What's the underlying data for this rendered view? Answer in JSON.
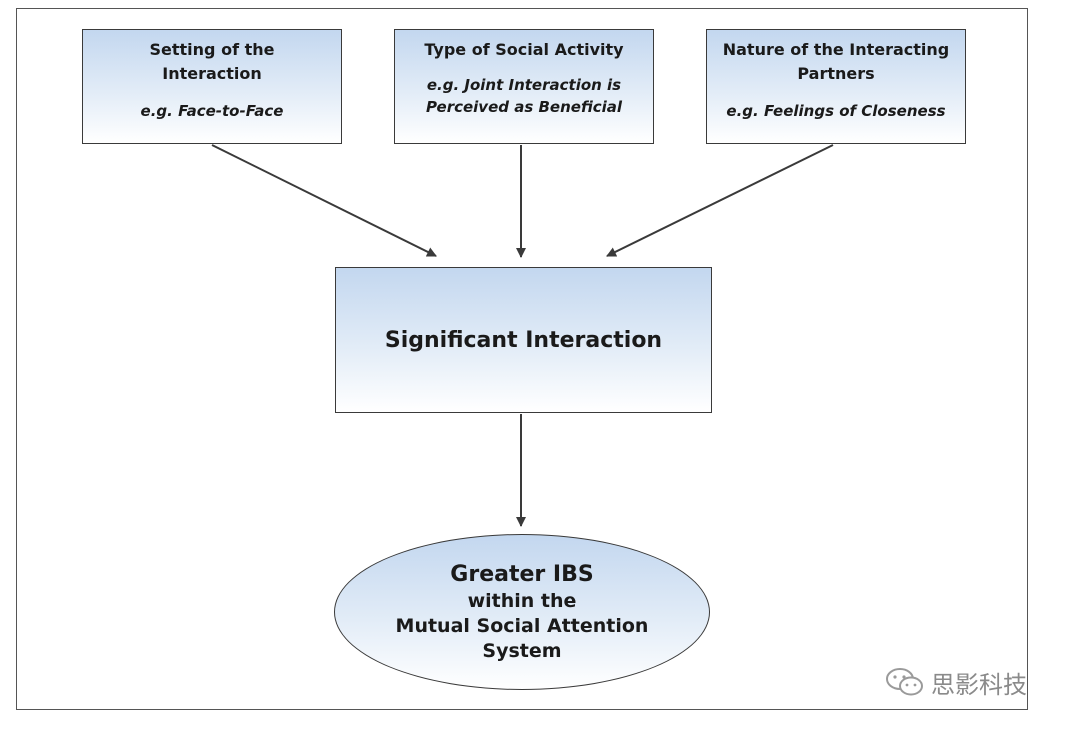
{
  "diagram": {
    "inputs": [
      {
        "title_line1": "Setting of the",
        "title_line2": "Interaction",
        "example_line1": "e.g. Face-to-Face",
        "example_line2": ""
      },
      {
        "title_line1": "Type of Social Activity",
        "title_line2": "",
        "example_line1": "e.g. Joint Interaction is",
        "example_line2": "Perceived as Beneficial"
      },
      {
        "title_line1": "Nature of the Interacting",
        "title_line2": "Partners",
        "example_line1": "e.g. Feelings of Closeness",
        "example_line2": ""
      }
    ],
    "center": {
      "label": "Significant Interaction"
    },
    "outcome": {
      "line1": "Greater IBS",
      "line2": "within the",
      "line3": "Mutual Social Attention",
      "line4": "System"
    },
    "colors": {
      "box_gradient_top": "#c3d7ef",
      "box_gradient_bottom": "#ffffff",
      "stroke": "#3a3a3a"
    }
  },
  "watermark": {
    "text": "思影科技",
    "icon": "wechat-icon"
  }
}
